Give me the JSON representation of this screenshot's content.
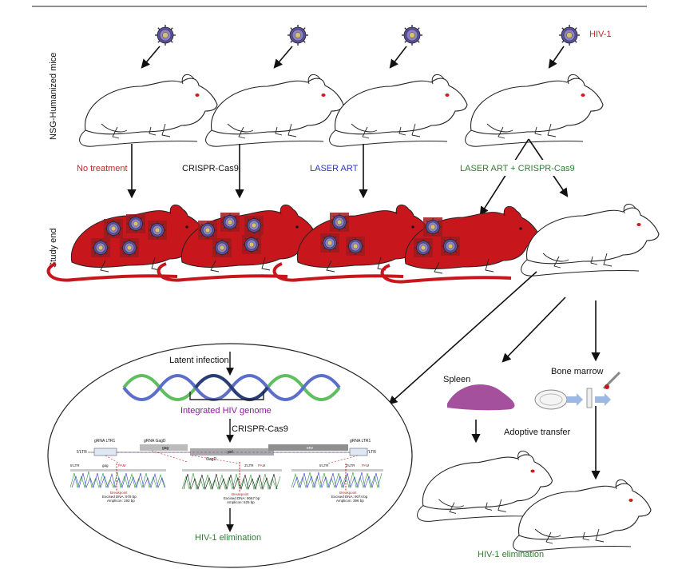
{
  "virus_label": "HIV-1",
  "row_labels": {
    "top": "NSG-Humanized mice",
    "bottom": "Study end"
  },
  "treatments": [
    {
      "label": "No treatment",
      "color": "#c0282d"
    },
    {
      "label": "CRISPR-Cas9",
      "color": "#111111"
    },
    {
      "label": "LASER ART",
      "color": "#2b35c9"
    },
    {
      "label": "LASER ART + CRISPR-Cas9",
      "color": "#2e7d32"
    }
  ],
  "tissues": {
    "spleen": "Spleen",
    "bone_marrow": "Bone marrow",
    "adoptive_transfer": "Adoptive transfer"
  },
  "mechanism": {
    "latent_infection": "Latent infection",
    "integrated_genome": "Integrated HIV genome",
    "crispr": "CRISPR-Cas9",
    "elimination": "HIV-1 elimination",
    "grna_ltr1_left": "gRNA LTR1",
    "grna_gag_d": "gRNA GagD",
    "grna_ltr1_right": "gRNA LTR1",
    "ltr5": "5'LTR",
    "ltr3": "3'LTR",
    "gag": "gag",
    "pol": "pol",
    "env": "env",
    "gagd": "GagD",
    "pam": "PAM",
    "breakpoint": "Breakpoint",
    "traces": [
      {
        "excised": "Excised DNA: 978 bp",
        "amplicon": "Amplicon: 193 bp"
      },
      {
        "excised": "Excised DNA: 9067 bp",
        "amplicon": "Amplicon: 525 bp"
      },
      {
        "excised": "Excised DNA: 9074 bp",
        "amplicon": "Amplicon: 396 bp"
      }
    ]
  },
  "final_elimination": "HIV-1 elimination",
  "colors": {
    "infected_body": "#c8161d",
    "virus_patch": "#9e1a1d",
    "spleen": "#a4509c",
    "genome_label": "#8a1a9b",
    "helix_green": "#5fbf5f",
    "helix_blue": "#5b6fc9",
    "helix_dark": "#2a3d7a"
  }
}
